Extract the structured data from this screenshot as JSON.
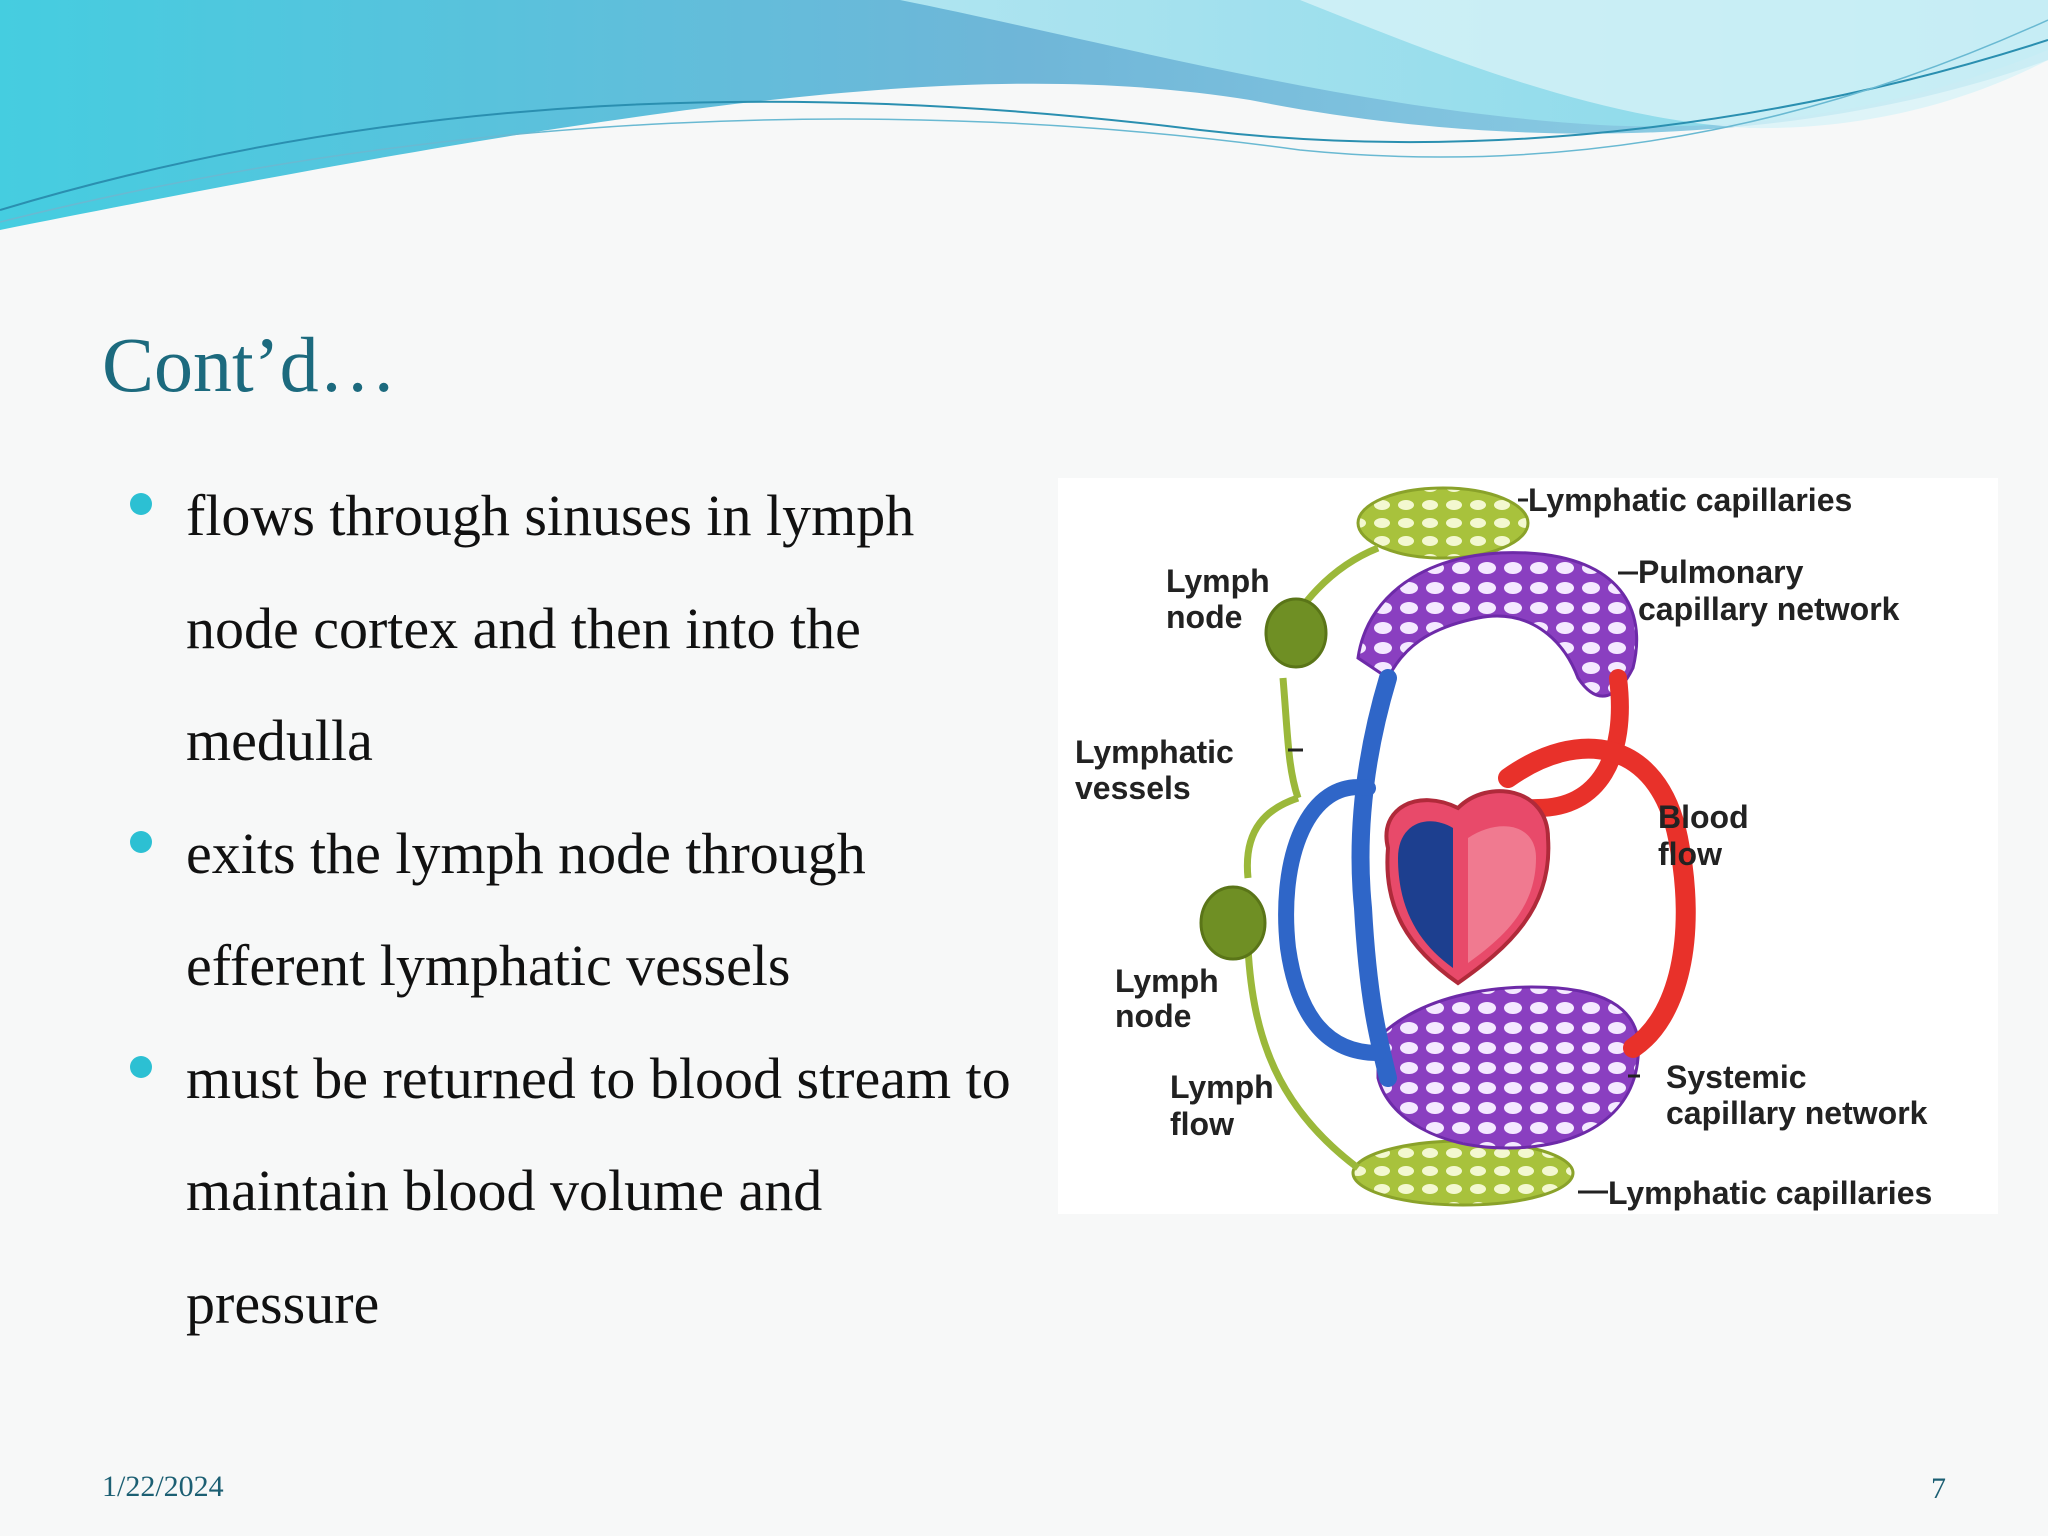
{
  "slide": {
    "title": "Cont’d…",
    "bullets": [
      "flows through sinuses in lymph node cortex and then into the medulla",
      "exits the lymph node through efferent lymphatic vessels",
      "must be returned to blood stream to maintain blood volume and pressure"
    ],
    "footer_date": "1/22/2024",
    "page_number": "7"
  },
  "diagram": {
    "labels": {
      "lymphatic_capillaries_top": "Lymphatic capillaries",
      "pulmonary_line1": "Pulmonary",
      "pulmonary_line2": "capillary network",
      "lymph_node_top_line1": "Lymph",
      "lymph_node_top_line2": "node",
      "lymphatic_vessels_line1": "Lymphatic",
      "lymphatic_vessels_line2": "vessels",
      "blood_flow_line1": "Blood",
      "blood_flow_line2": "flow",
      "lymph_node_bottom_line1": "Lymph",
      "lymph_node_bottom_line2": "node",
      "lymph_flow_line1": "Lymph",
      "lymph_flow_line2": "flow",
      "systemic_line1": "Systemic",
      "systemic_line2": "capillary network",
      "lymphatic_capillaries_bottom": "Lymphatic capillaries"
    },
    "colors": {
      "lymph": "#9bb83a",
      "lymph_node": "#6f8f24",
      "blue_vessel": "#2f66c8",
      "red_vessel": "#e8312a",
      "purple_mix": "#8a3fc0"
    }
  },
  "theme": {
    "title_color": "#1c6a7e",
    "bullet_color": "#2cc0d3",
    "banner_color": "#4ec9de"
  }
}
